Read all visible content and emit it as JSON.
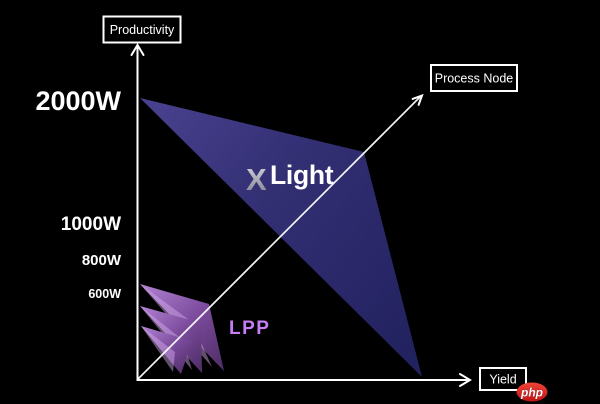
{
  "axis_boxes": {
    "productivity": "Productivity",
    "process_node": "Process Node",
    "yield": "Yield"
  },
  "y_ticks": [
    {
      "label": "2000W"
    },
    {
      "label": "1000W"
    },
    {
      "label": "800W"
    },
    {
      "label": "600W"
    }
  ],
  "regions": {
    "xlight": {
      "mark": "X",
      "name": "Light"
    },
    "lpp": {
      "label": "LPP"
    }
  },
  "watermark": {
    "label": "php"
  },
  "colors": {
    "background": "#000000",
    "axis": "#ffffff",
    "xlight_light": "#4a4290",
    "xlight_mid": "#322f73",
    "xlight_dark": "#232260",
    "lpp_light": "#b183d2",
    "lpp_mid": "#7b4a9c",
    "lpp_dark": "#53306c",
    "lpp_highlight": "#d9b0f0",
    "lpp_label": "#c77ef5",
    "x_mark_top": "#d9d9e2",
    "x_mark_bottom": "#7f7f8a",
    "watermark_top": "#f04438",
    "watermark_bottom": "#c01313"
  },
  "chart_data": {
    "type": "area",
    "title": "",
    "axes": {
      "vertical": "Productivity",
      "horizontal": "Yield",
      "diagonal": "Process Node"
    },
    "y_tick_labels": [
      "2000W",
      "1000W",
      "800W",
      "600W"
    ],
    "series": [
      {
        "name": "XLight",
        "description": "large triangular region spanning from 2000W productivity down to high yield / advanced process node"
      },
      {
        "name": "LPP",
        "description": "small cluster of three overlapping triangles near the origin, below 600W"
      }
    ],
    "legend_position": "none",
    "grid": false
  }
}
